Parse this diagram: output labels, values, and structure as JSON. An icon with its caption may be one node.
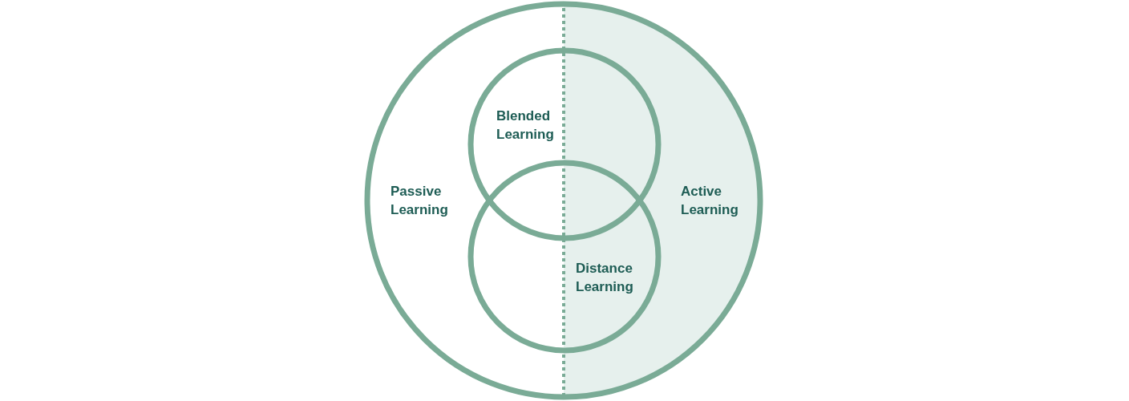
{
  "diagram": {
    "nodes": [
      {
        "text": [
          "Passive Learning"
        ]
      },
      {
        "text": [
          "Active Learning"
        ]
      },
      {
        "text": [
          "Blended Learning"
        ]
      },
      {
        "text": [
          "Distance Learning"
        ]
      }
    ],
    "edges": []
  }
}
